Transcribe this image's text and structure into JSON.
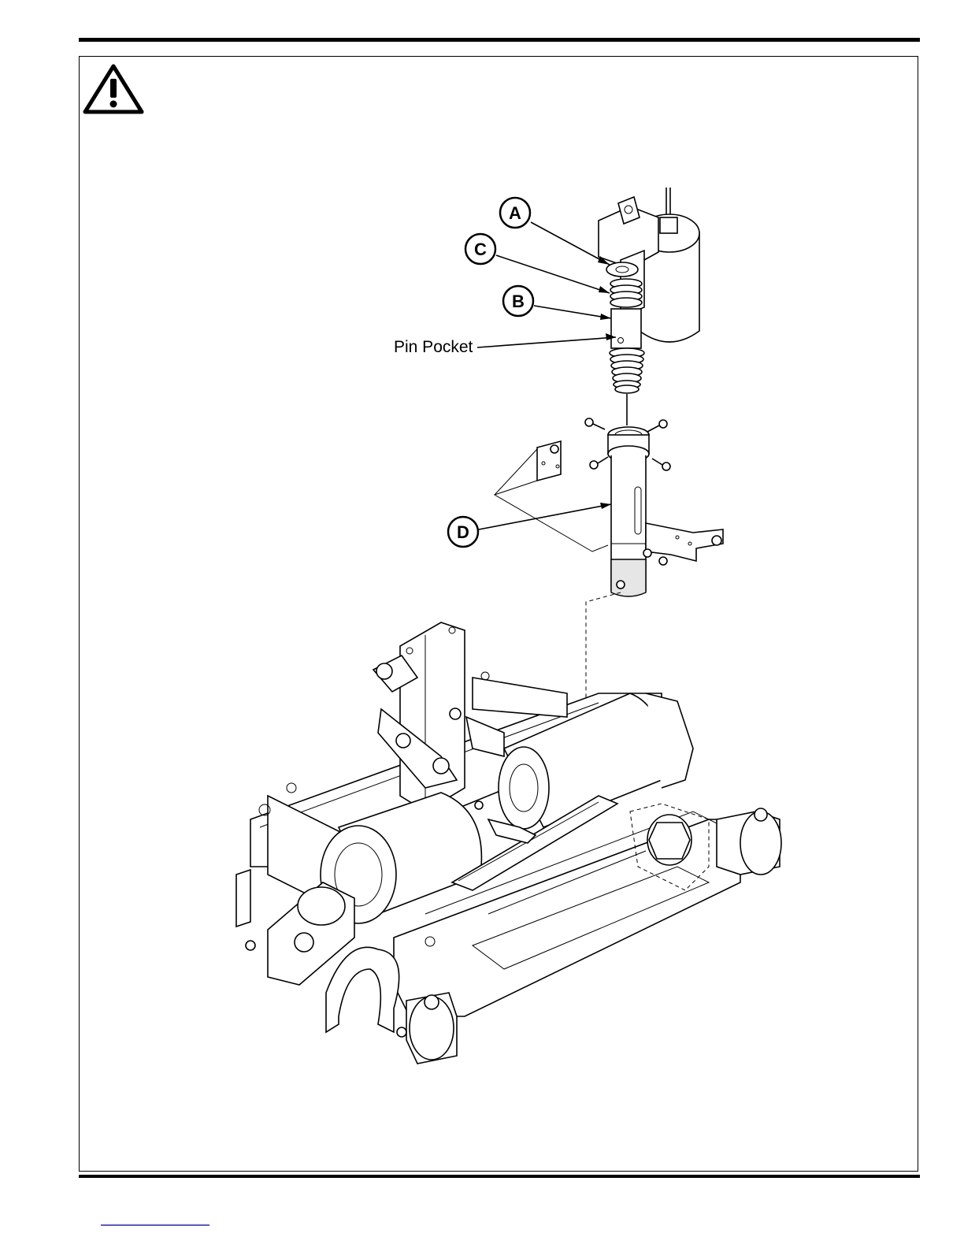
{
  "diagram": {
    "callouts": [
      {
        "id": "callout-a",
        "letter": "A"
      },
      {
        "id": "callout-c",
        "letter": "C"
      },
      {
        "id": "callout-b",
        "letter": "B"
      },
      {
        "id": "callout-d",
        "letter": "D"
      }
    ],
    "labels": {
      "pin_pocket": "Pin Pocket"
    },
    "warning_icon": "warning-triangle-icon"
  },
  "colors": {
    "line": "#000000",
    "footer_link": "#5a5ad8"
  }
}
